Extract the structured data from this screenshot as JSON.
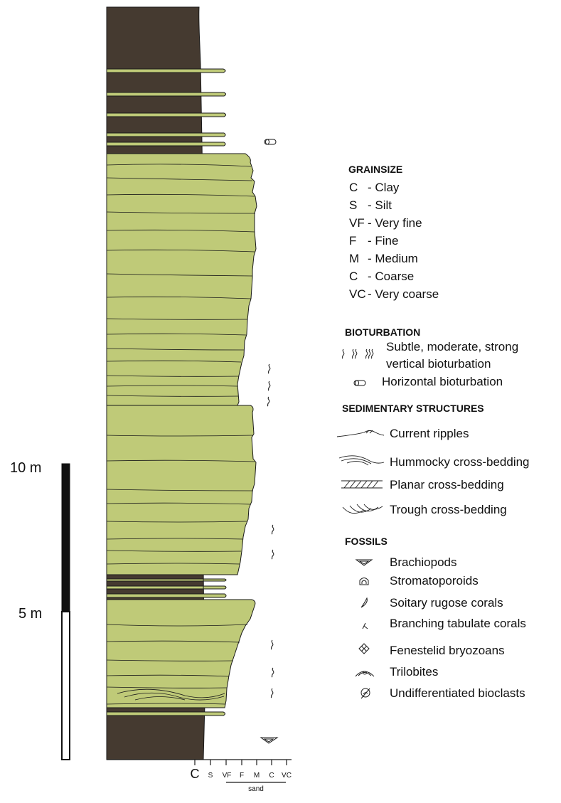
{
  "scale": {
    "label_10": "10 m",
    "label_5": "5 m"
  },
  "grainsize_axis": {
    "ticks": [
      "C",
      "S",
      "VF",
      "F",
      "M",
      "C",
      "VC"
    ],
    "sand_label": "sand"
  },
  "legend": {
    "grainsize": {
      "heading": "GRAINSIZE",
      "items": [
        {
          "code": "C",
          "text": "- Clay"
        },
        {
          "code": "S",
          "text": "- Silt"
        },
        {
          "code": "VF",
          "text": "- Very fine"
        },
        {
          "code": "F",
          "text": "- Fine"
        },
        {
          "code": "M",
          "text": "- Medium"
        },
        {
          "code": "C",
          "text": "- Coarse"
        },
        {
          "code": "VC",
          "text": "- Very coarse"
        }
      ]
    },
    "bioturbation": {
      "heading": "BIOTURBATION",
      "vertical_line1": "Subtle, moderate, strong",
      "vertical_line2": "vertical bioturbation",
      "horizontal": "Horizontal bioturbation"
    },
    "sedimentary": {
      "heading": "SEDIMENTARY STRUCTURES",
      "items": [
        "Current ripples",
        "Hummocky cross-bedding",
        "Planar cross-bedding",
        "Trough cross-bedding"
      ]
    },
    "fossils": {
      "heading": "FOSSILS",
      "items": [
        "Brachiopods",
        "Stromatoporoids",
        "Soitary rugose corals",
        "Branching tabulate corals",
        "Fenestelid bryozoans",
        "Trilobites",
        "Undifferentiated bioclasts"
      ]
    }
  },
  "colors": {
    "mudstone": "#453a30",
    "sandstone": "#bfca78",
    "outline": "#1a1a1a"
  }
}
